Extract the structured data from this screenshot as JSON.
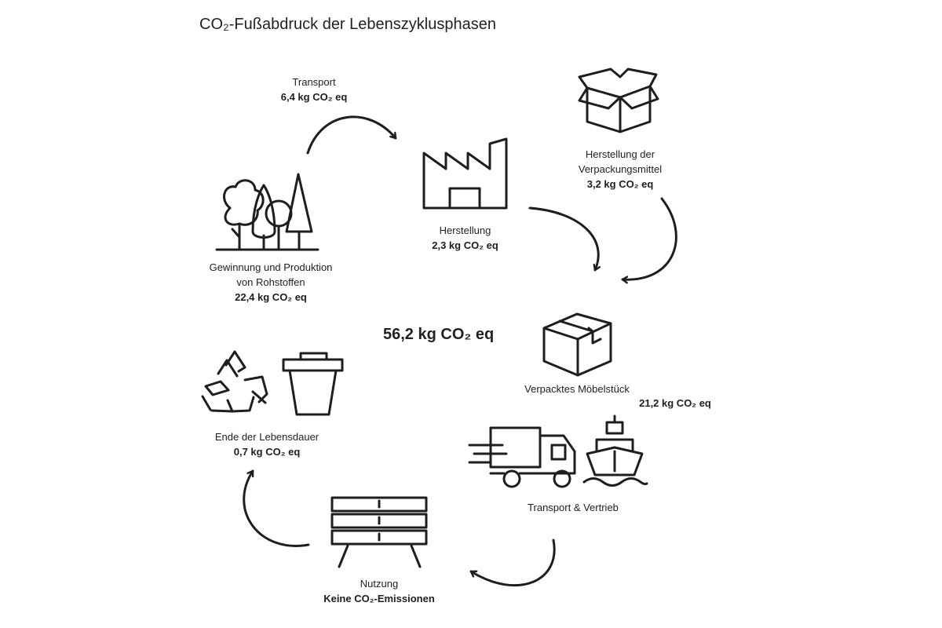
{
  "title": "CO₂-Fußabdruck der Lebenszyklusphasen",
  "total": "56,2 kg CO₂ eq",
  "phases": {
    "transport": {
      "label": "Transport",
      "value": "6,4 kg CO₂ eq"
    },
    "raw": {
      "line1": "Gewinnung und Produktion",
      "line2": "von Rohstoffen",
      "value": "22,4 kg CO₂ eq"
    },
    "manufacturing": {
      "label": "Herstellung",
      "value": "2,3 kg CO₂ eq"
    },
    "packaging": {
      "line1": "Herstellung der",
      "line2": "Verpackungsmittel",
      "value": "3,2 kg CO₂ eq"
    },
    "packed": {
      "label": "Verpacktes Möbelstück",
      "value": "21,2 kg CO₂ eq"
    },
    "distribution": {
      "label": "Transport & Vertrieb"
    },
    "use": {
      "label": "Nutzung",
      "value": "Keine CO₂-Emissionen"
    },
    "eol": {
      "label": "Ende der Lebensdauer",
      "value": "0,7 kg CO₂ eq"
    }
  },
  "icons": [
    "trees-icon",
    "factory-icon",
    "open-box-icon",
    "closed-box-icon",
    "truck-icon",
    "ship-icon",
    "bench-icon",
    "recycle-icon",
    "trash-bin-icon"
  ]
}
